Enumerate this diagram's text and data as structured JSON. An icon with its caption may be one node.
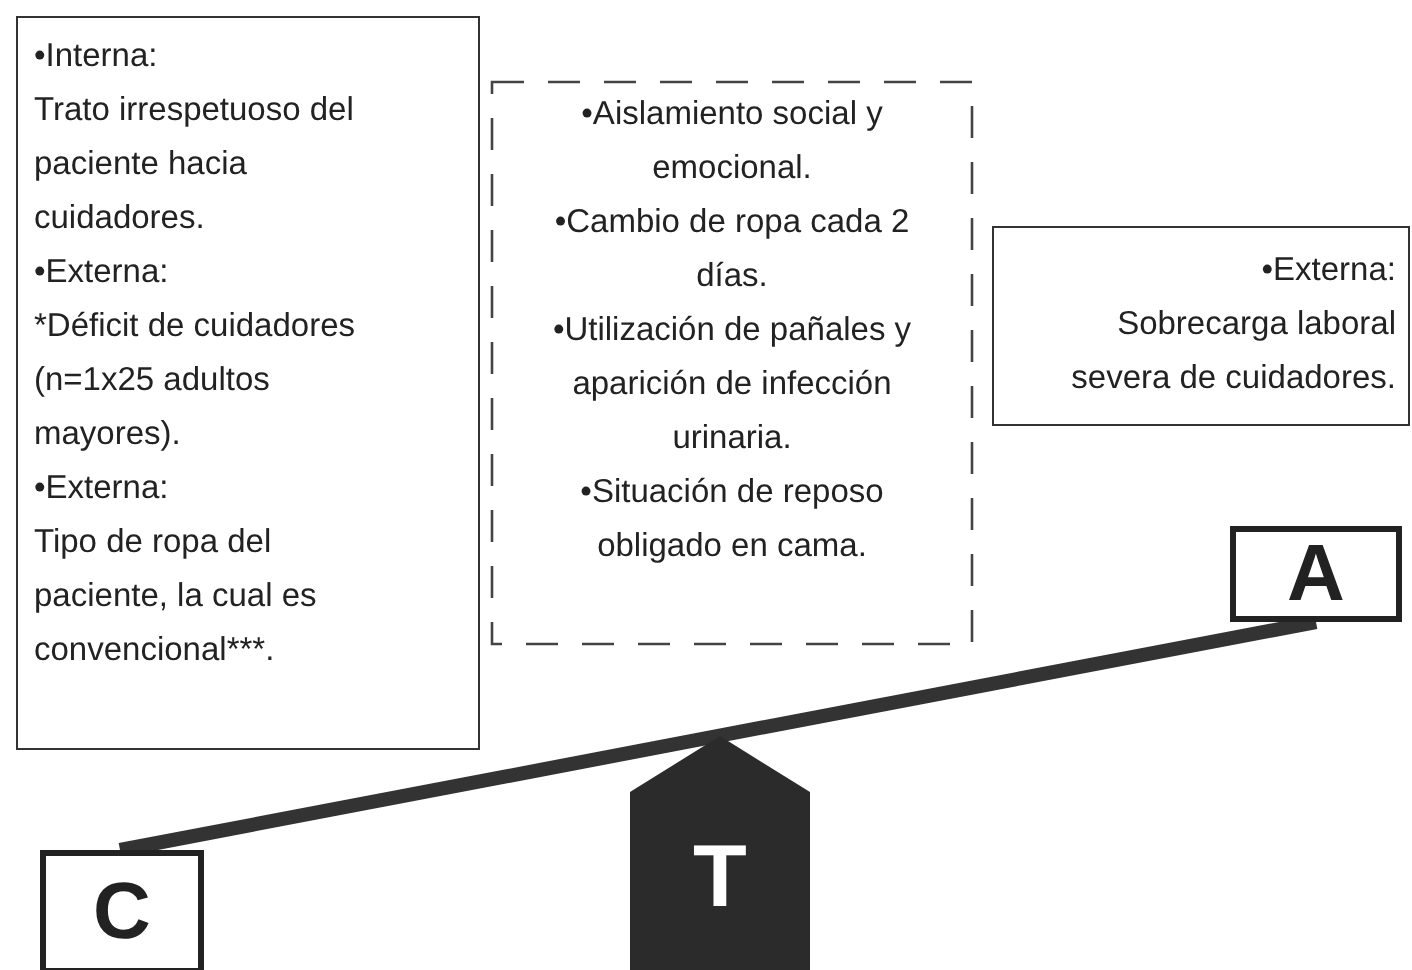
{
  "diagram": {
    "nodes": [
      {
        "text": [
          "•Interna:",
          "Trato irrespetuoso del paciente hacia cuidadores.",
          "•Externa:",
          "*Déficit de cuidadores (n=1x25 adultos mayores).",
          "•Externa:",
          "Tipo de ropa del paciente, la cual es convencional***."
        ]
      },
      {
        "text": [
          "•Aislamiento social y emocional.",
          "•Cambio de ropa cada 2 días.",
          "•Utilización de pañales y aparición de infección urinaria.",
          "•Situación de reposo obligado en cama."
        ]
      },
      {
        "text": [
          "•Externa:",
          "Sobrecarga laboral severa de cuidadores."
        ]
      },
      {
        "text": [
          "A"
        ]
      },
      {
        "text": [
          "T"
        ]
      },
      {
        "text": [
          "C"
        ]
      }
    ],
    "edges": [
      {
        "from": 5,
        "to": 3,
        "arrow": "none"
      }
    ]
  }
}
